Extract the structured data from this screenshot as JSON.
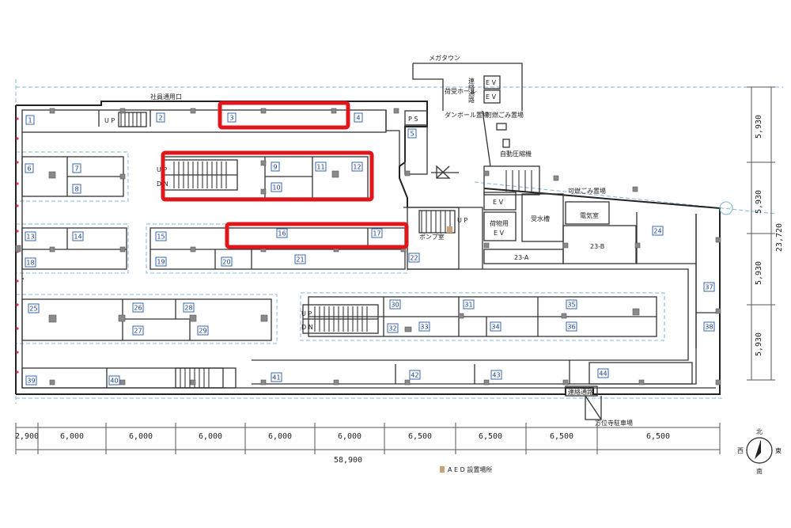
{
  "labels": {
    "megatown": "メガタウン",
    "staff_entrance": "社員通用口",
    "ps": "P S",
    "ev1": "E V",
    "ev2": "E V",
    "ev3": "E V",
    "freight_ev": "荷物用",
    "freight_ev_sub": "E V",
    "renraku_top": "連絡通路",
    "cardboard": "ダンボール置場",
    "receiving_hall": "荷受ホール",
    "garbage1": "可燃ごみ置場",
    "compactor": "自動圧縮機",
    "garbage2": "可燃ごみ置場",
    "water_tank": "受水槽",
    "electric_room": "電気室",
    "pump_room": "ポンプ室",
    "stair_up": "U P",
    "stair_dn": "D N",
    "up_small": "U P",
    "room_23a": "23-A",
    "room_23b": "23-B",
    "renraku_bottom": "連絡通路",
    "parking": "方位寺駐車場",
    "legend": "A E D 設置場所",
    "compass_n": "北",
    "compass_s": "南",
    "compass_e": "東",
    "compass_w": "西"
  },
  "units": [
    "1",
    "2",
    "3",
    "4",
    "5",
    "6",
    "7",
    "8",
    "9",
    "10",
    "11",
    "12",
    "13",
    "14",
    "15",
    "16",
    "17",
    "18",
    "19",
    "20",
    "21",
    "22",
    "24",
    "25",
    "26",
    "27",
    "28",
    "29",
    "30",
    "31",
    "32",
    "33",
    "34",
    "35",
    "36",
    "37",
    "38",
    "39",
    "40",
    "41",
    "42",
    "43",
    "44"
  ],
  "dimensions": {
    "bottom": [
      "2,900",
      "6,000",
      "6,000",
      "6,000",
      "6,000",
      "6,000",
      "6,500",
      "6,500",
      "6,500",
      "6,500"
    ],
    "total": "58,900",
    "right": [
      "5,930",
      "5,930",
      "5,930",
      "5,930"
    ],
    "right_total": "23,720"
  },
  "highlighted_units": [
    "3",
    "9",
    "10",
    "11",
    "12",
    "16",
    "17"
  ],
  "colors": {
    "highlight": "#e0161b",
    "walls": "#222222",
    "grid": "#7fb8d8",
    "unit_label": "#1c3f86",
    "aed_marker": "#c9a27a"
  }
}
